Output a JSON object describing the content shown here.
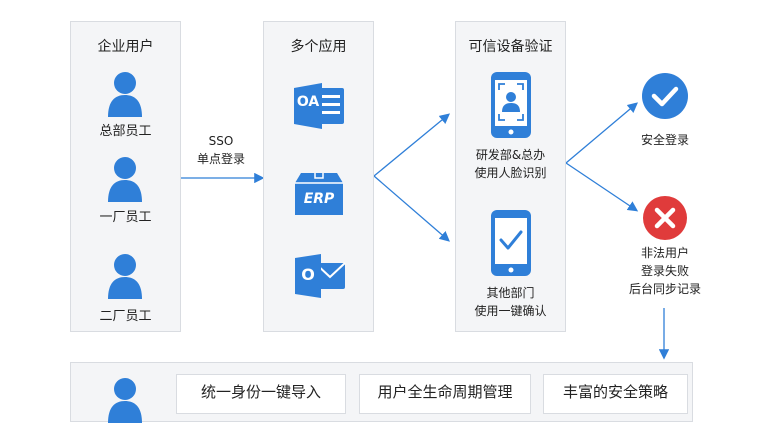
{
  "colors": {
    "accent": "#2f7fd8",
    "danger": "#e03b3b",
    "panel_bg": "#f4f5f7",
    "panel_border": "#d9dce1"
  },
  "users": {
    "title": "企业用户",
    "items": [
      {
        "label": "总部员工",
        "icon": "person-icon"
      },
      {
        "label": "一厂员工",
        "icon": "person-icon"
      },
      {
        "label": "二厂员工",
        "icon": "person-icon"
      }
    ]
  },
  "sso": {
    "line1": "SSO",
    "line2": "单点登录"
  },
  "apps": {
    "title": "多个应用",
    "items": [
      {
        "text": "OA",
        "icon": "oa-icon"
      },
      {
        "text": "ERP",
        "icon": "erp-icon"
      },
      {
        "text": "O",
        "icon": "outlook-icon"
      }
    ]
  },
  "verify": {
    "title": "可信设备验证",
    "face": {
      "line1": "研发部&总办",
      "line2": "使用人脸识别",
      "icon": "face-id-phone-icon"
    },
    "confirm": {
      "line1": "其他部门",
      "line2": "使用一键确认",
      "icon": "check-phone-icon"
    }
  },
  "results": {
    "success": {
      "label": "安全登录",
      "icon": "check-circle-icon"
    },
    "fail": {
      "line1": "非法用户",
      "line2": "登录失败",
      "line3": "后台同步记录",
      "icon": "cross-circle-icon"
    }
  },
  "features": {
    "items": [
      "统一身份一键导入",
      "用户全生命周期管理",
      "丰富的安全策略"
    ]
  }
}
